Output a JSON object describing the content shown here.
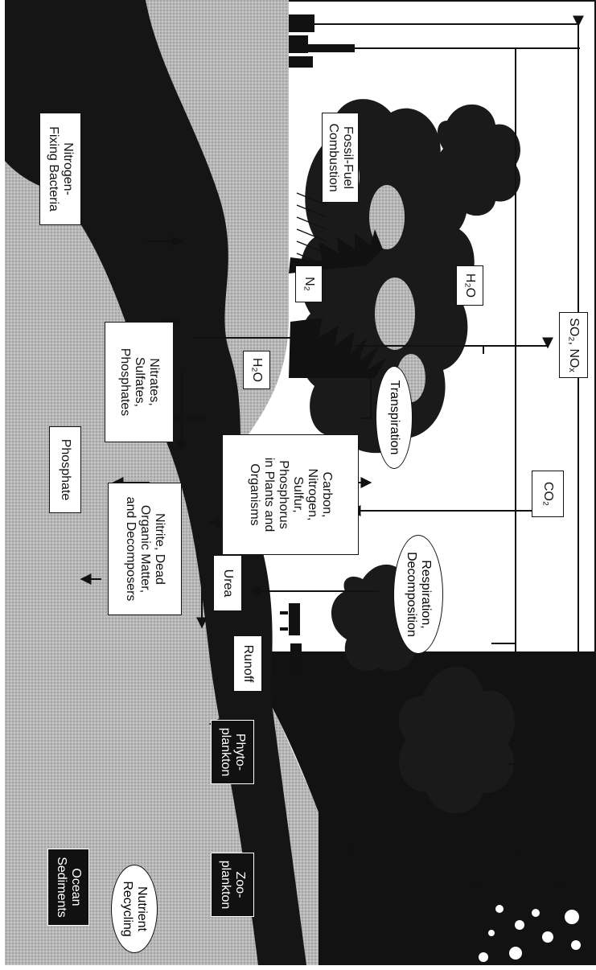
{
  "labels": {
    "fossil_fuel_combustion": "Fossil-Fuel\nCombustion",
    "so2_nox": "SO₂, NOₓ",
    "co2": "CO₂",
    "h2o_cloud": "H₂O",
    "transpiration": "Transpiration",
    "respiration": "Respiration,\nDecomposition",
    "zooplankton": "Zoo-\nplankton",
    "phytoplankton": "Phyto-\nplankton",
    "nutrient_recycling": "Nutrient\nRecycling",
    "ocean_sediments": "Ocean\nSediments",
    "n2": "N₂",
    "h2o_soil": "H₂O",
    "carbon_box": "Carbon,\nNitrogen,\nSulfur,\nPhosphorus\nin Plants and\nOrganisms",
    "urea": "Urea",
    "runoff": "Runoff",
    "nitrite_box": "Nitrite, Dead\nOrganic Matter,\nand Decomposers",
    "nitrates_box": "Nitrates,\nSulfates,\nPhosphates",
    "phosphate": "Phosphate",
    "nitrogen_fixing": "Nitrogen-\nFixing Bacteria"
  }
}
